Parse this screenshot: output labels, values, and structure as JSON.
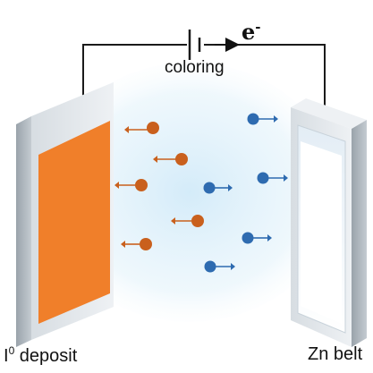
{
  "circuit": {
    "electron_symbol": "e",
    "electron_charge": "-",
    "process_label": "coloring"
  },
  "electrodes": {
    "left": {
      "label_main": "I",
      "label_superscript": "0",
      "label_rest": " deposit",
      "fill_color": "#f07f2a"
    },
    "right": {
      "label": "Zn belt",
      "fill_color": "#f3f8fc"
    }
  },
  "ions": {
    "iodine_color": "#c9601d",
    "zinc_color": "#2e6bb0"
  }
}
